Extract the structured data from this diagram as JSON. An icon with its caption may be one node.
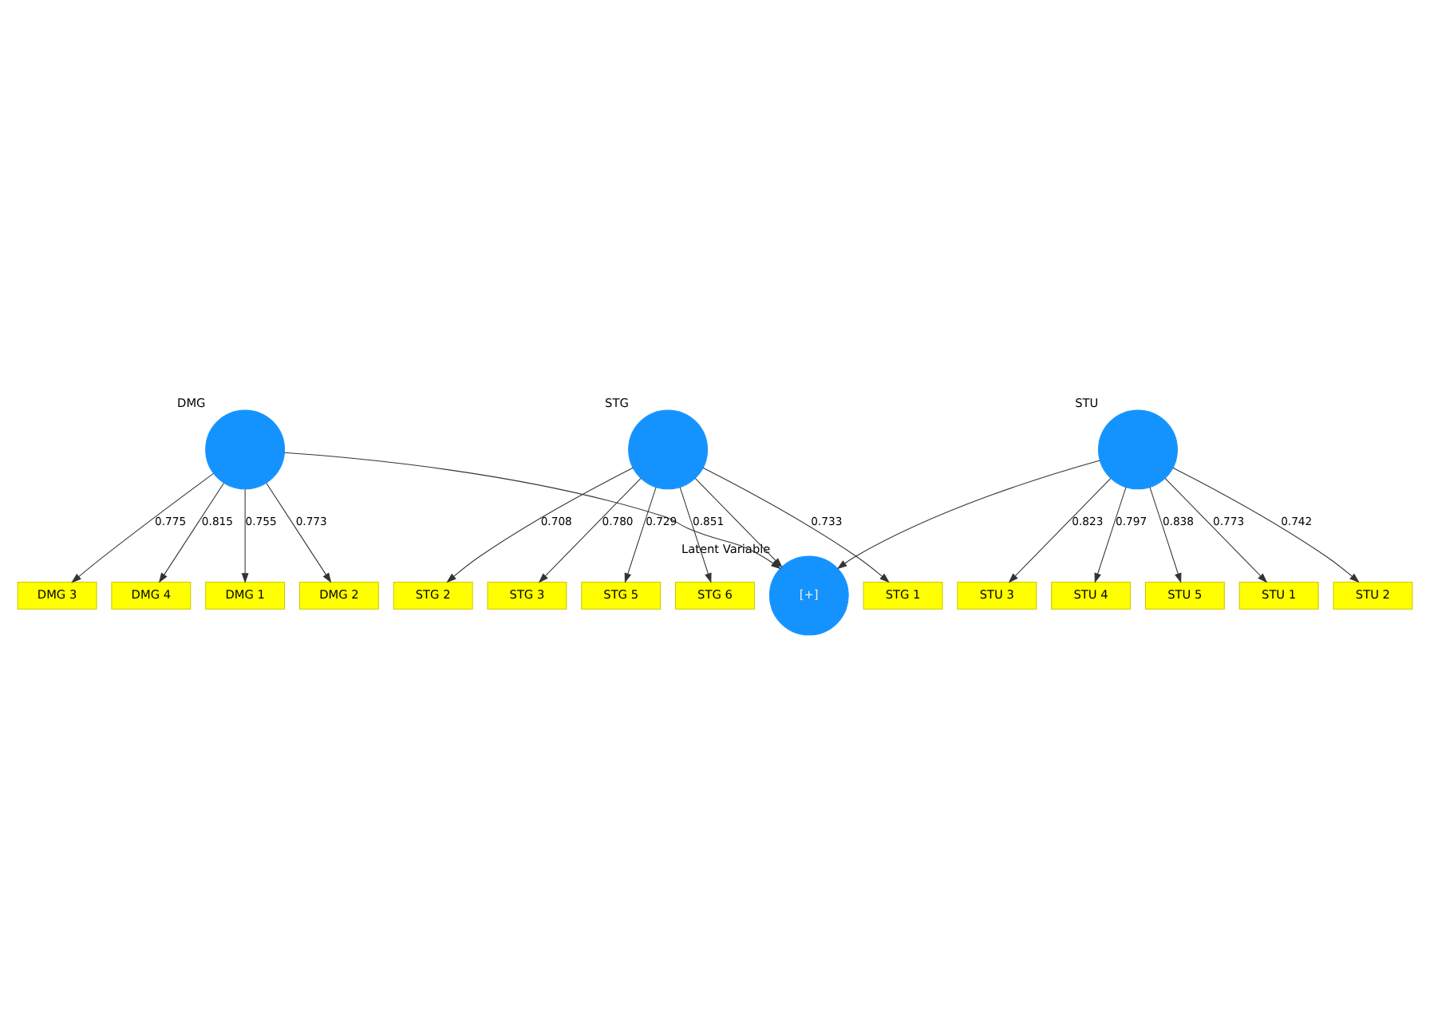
{
  "diagram": {
    "nodes": [
      {
        "text": [
          "DMG 1"
        ]
      },
      {
        "text": [
          "DMG 2"
        ]
      },
      {
        "text": [
          "DMG 3"
        ]
      },
      {
        "text": [
          "DMG 4"
        ]
      },
      {
        "text": [],
        "shape": "circle",
        "beside": [
          "DMG"
        ]
      },
      {
        "text": [
          "STG 1"
        ]
      },
      {
        "text": [
          "STG 2"
        ]
      },
      {
        "text": [
          "STG 3"
        ]
      },
      {
        "text": [
          "STG 5"
        ]
      },
      {
        "text": [
          "STG 6"
        ]
      },
      {
        "text": [],
        "shape": "circle",
        "beside": [
          "STG"
        ]
      },
      {
        "text": [],
        "shape": "circle",
        "beside": [
          "STU"
        ]
      },
      {
        "text": [
          "STU 1"
        ]
      },
      {
        "text": [
          "STU 2"
        ]
      },
      {
        "text": [
          "STU 3"
        ]
      },
      {
        "text": [
          "STU 4"
        ]
      },
      {
        "text": [
          "STU 5"
        ]
      },
      {
        "text": [
          "[+]"
        ],
        "beside": [
          "Latent Variable"
        ]
      }
    ],
    "edges": [
      {
        "from": 4,
        "to": 0,
        "arrow": "to",
        "label": "0.755"
      },
      {
        "from": 4,
        "to": 1,
        "arrow": "to",
        "label": "0.773"
      },
      {
        "from": 4,
        "to": 2,
        "arrow": "to",
        "label": "0.775"
      },
      {
        "from": 4,
        "to": 3,
        "arrow": "to",
        "label": "0.815"
      },
      {
        "from": 10,
        "to": 5,
        "arrow": "to",
        "label": "0.733"
      },
      {
        "from": 10,
        "to": 6,
        "arrow": "to",
        "label": "0.708"
      },
      {
        "from": 10,
        "to": 7,
        "arrow": "to",
        "label": "0.780"
      },
      {
        "from": 10,
        "to": 8,
        "arrow": "to",
        "label": "0.729"
      },
      {
        "from": 10,
        "to": 9,
        "arrow": "to",
        "label": "0.851"
      },
      {
        "from": 11,
        "to": 12,
        "arrow": "to",
        "label": "0.773"
      },
      {
        "from": 11,
        "to": 13,
        "arrow": "to",
        "label": "0.742"
      },
      {
        "from": 11,
        "to": 14,
        "arrow": "to",
        "label": "0.823"
      },
      {
        "from": 11,
        "to": 15,
        "arrow": "to",
        "label": "0.797"
      },
      {
        "from": 11,
        "to": 16,
        "arrow": "to",
        "label": "0.838"
      },
      {
        "from": 10,
        "to": 17,
        "arrow": "to"
      },
      {
        "from": 4,
        "to": 17,
        "arrow": "to"
      },
      {
        "from": 11,
        "to": 17,
        "arrow": "to"
      }
    ]
  }
}
